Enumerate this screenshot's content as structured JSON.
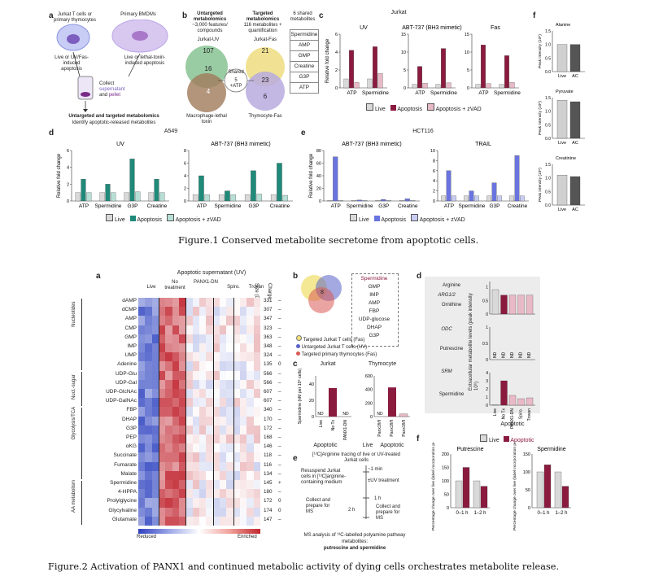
{
  "figure1": {
    "caption": "Figure.1 Conserved metabolite secretome from apoptotic cells.",
    "panel_a": {
      "label": "a",
      "cells_left": "Jurkat T cells or primary thymocytes",
      "cells_right": "Primary BMDMs",
      "arrow_left": "Live or UV/Fas-induced apoptosis",
      "arrow_right": "Live or lethal-toxin-induced apoptosis",
      "collect_1": "Collect",
      "collect_2": "supernatant",
      "collect_3": "and",
      "collect_4": "pellet",
      "bottom_1": "Untargeted and targeted metabolomics",
      "bottom_2": "Identify apoptotic-released metabolites"
    },
    "panel_b": {
      "label": "b",
      "untargeted_title": "Untargeted metabolomics",
      "untargeted_sub": "~3,000 features/ compounds",
      "targeted_title": "Targeted metabolomics",
      "targeted_sub": "116 metabolites + quantification",
      "shared_title": "6 shared metabolites",
      "shared_list": [
        "Spermidine",
        "AMP",
        "GMP",
        "Creatine",
        "G3P",
        "ATP"
      ],
      "left_venn": {
        "top": "Jurkat-UV",
        "top_n": "107",
        "mid_n": "16",
        "bottom_n": "4",
        "bottom": "Macrophage-lethal toxin"
      },
      "right_venn": {
        "top": "Jurkat-Fas",
        "top_n": "21",
        "mid_n": "23",
        "bottom_n": "6",
        "bottom": "Thymocyte-Fas"
      },
      "shared_circle_n": "5",
      "shared_circle_sub": "+ATP",
      "shared_label": "Shared"
    },
    "panel_c": {
      "label": "c",
      "cell": "Jurkat",
      "groups": [
        "UV",
        "ABT-737 (BH3 mimetic)",
        "Fas"
      ],
      "ylabel": "Relative fold change",
      "xcats": [
        "ATP",
        "Spermidine"
      ],
      "legend": [
        "Live",
        "Apoptosis",
        "Apoptosis + zVAD"
      ]
    },
    "panel_d": {
      "label": "d",
      "cell": "A549",
      "groups": [
        "UV",
        "ABT-737 (BH3 mimetic)"
      ],
      "ylabel": "Relative fold change",
      "xcats": [
        "ATP",
        "Spermidine",
        "G3P",
        "Creatine"
      ],
      "legend": [
        "Live",
        "Apoptosis",
        "Apoptosis + zVAD"
      ]
    },
    "panel_e": {
      "label": "e",
      "cell": "HCT116",
      "groups": [
        "ABT-737 (BH3 mimetic)",
        "TRAIL"
      ],
      "ylabel": "Relative fold change",
      "xcats": [
        "ATP",
        "Spermidine",
        "G3P",
        "Creatine"
      ],
      "legend": [
        "Live",
        "Apoptosis",
        "Apoptosis + zVAD"
      ]
    },
    "panel_f": {
      "label": "f",
      "subpanels": [
        "Alanine",
        "Pyruvate",
        "Creatinine"
      ],
      "ylabel": "Peak intensity (10⁸)",
      "xcats": [
        "Live",
        "AC"
      ]
    }
  },
  "figure2": {
    "caption": "Figure.2 Activation of PANX1 and continued metabolic activity of dying cells orchestrates metabolite release.",
    "panel_a": {
      "label": "a",
      "header": "Apoptotic supernatant (UV)",
      "col_groups": [
        "Live",
        "No treatment",
        "PANX1-DN",
        "Spiro.",
        "Trovan"
      ],
      "size_header": "Size (Da)",
      "charge_header": "Charge",
      "rows": [
        {
          "name": "dAMP",
          "size": "331",
          "charge": "–"
        },
        {
          "name": "dCMP",
          "size": "307",
          "charge": "–"
        },
        {
          "name": "AMP",
          "size": "347",
          "charge": "–"
        },
        {
          "name": "CMP",
          "size": "323",
          "charge": "–"
        },
        {
          "name": "GMP",
          "size": "363",
          "charge": "–"
        },
        {
          "name": "IMP",
          "size": "348",
          "charge": "–"
        },
        {
          "name": "UMP",
          "size": "324",
          "charge": "–"
        },
        {
          "name": "Adenine",
          "size": "135",
          "charge": "0"
        },
        {
          "name": "UDP-Glu",
          "size": "566",
          "charge": "–"
        },
        {
          "name": "UDP-Gal",
          "size": "566",
          "charge": "–"
        },
        {
          "name": "UDP-GlcNAc",
          "size": "607",
          "charge": "–"
        },
        {
          "name": "UDP-GalNAc",
          "size": "607",
          "charge": "–"
        },
        {
          "name": "FBP",
          "size": "340",
          "charge": "–"
        },
        {
          "name": "DHAP",
          "size": "170",
          "charge": "–"
        },
        {
          "name": "G3P",
          "size": "172",
          "charge": "–"
        },
        {
          "name": "PEP",
          "size": "168",
          "charge": "–"
        },
        {
          "name": "αKG",
          "size": "146",
          "charge": "–"
        },
        {
          "name": "Succinate",
          "size": "118",
          "charge": "–"
        },
        {
          "name": "Fumarate",
          "size": "116",
          "charge": "–"
        },
        {
          "name": "Malate",
          "size": "134",
          "charge": "–"
        },
        {
          "name": "Spermidine",
          "size": "145",
          "charge": "+"
        },
        {
          "name": "4-HPPA",
          "size": "180",
          "charge": "–"
        },
        {
          "name": "Prolylglycine",
          "size": "172",
          "charge": "0"
        },
        {
          "name": "Glycylvaline",
          "size": "174",
          "charge": "0"
        },
        {
          "name": "Glutamate",
          "size": "147",
          "charge": "–"
        }
      ],
      "groups": [
        "Nucleotides",
        "Nucl.-sugar",
        "Glycolysis/TCA",
        "AA metabolism"
      ],
      "scale_left": "Reduced",
      "scale_right": "Enriched"
    },
    "panel_b": {
      "label": "b",
      "venn_n": "8",
      "list": [
        "Spermidine",
        "GMP",
        "IMP",
        "AMP",
        "FBP",
        "UDP-glucose",
        "DHAP",
        "G3P"
      ],
      "legend": [
        "Targeted Jurkat T cells (Fas)",
        "Untargeted Jurkat T cells (UV)",
        "Targeted primary thymocytes (Fas)"
      ],
      "legend_colors": [
        "#f2e27a",
        "#5a63c9",
        "#d95a54"
      ]
    },
    "panel_c": {
      "label": "c",
      "left_title": "Jurkat",
      "right_title": "Thymocyte",
      "ylabel": "Spermidine (nM per 10⁶ cells)",
      "left_x": [
        "Live",
        "No Tx",
        "PANX1-DN"
      ],
      "right_x": [
        "Panx1fl/fl",
        "Panx1fl/fl",
        "Panx1fl/fl"
      ],
      "bottom_left": "Apoptotic",
      "bottom_live": "Live",
      "bottom_right": "Apoptotic",
      "nd": "ND"
    },
    "panel_d": {
      "label": "d",
      "path": [
        "Arginine",
        "ARG1/2",
        "Ornithine",
        "ODC",
        "Putrescine",
        "SRM",
        "Spermidine"
      ],
      "ylabel": "Extracellular metabolite levels (peak intensity 10⁶)",
      "x": [
        "Live",
        "No Tx",
        "PANX1-DN",
        "Spiro.",
        "Trovan"
      ],
      "bottom": "Apoptotic",
      "nd": "ND"
    },
    "panel_e": {
      "label": "e",
      "title": "[¹³C]Arginine tracing of live or UV-treated Jurkat cells",
      "step1": "Resuspend Jurkat cells in [¹³C]arginine-containing medium",
      "t1": "~1 min",
      "uv": "±UV treatment",
      "t2": "1 h",
      "t3": "2 h",
      "collect": "Collect and prepare for MS",
      "ms": "MS analysis of ¹³C-labelled polyamine pathway metabolites:",
      "ms_bold": "putrescine and spermidine"
    },
    "panel_f": {
      "label": "f",
      "legend": [
        "Live",
        "Apoptotic"
      ],
      "titles": [
        "Putrescine",
        "Spermidine"
      ],
      "ylabel": "Percentage change over live (label incorporation per min)",
      "x": [
        "0–1 h",
        "1–2 h"
      ]
    }
  },
  "colors": {
    "live": "#d9d9d9",
    "apoptosis_maroon": "#8b1a3f",
    "zvad_pink": "#e8b9c6",
    "teal": "#1f8a7a",
    "teal_light": "#b7dfd6",
    "blue": "#6a74e0",
    "blue_light": "#c9cdf3"
  }
}
